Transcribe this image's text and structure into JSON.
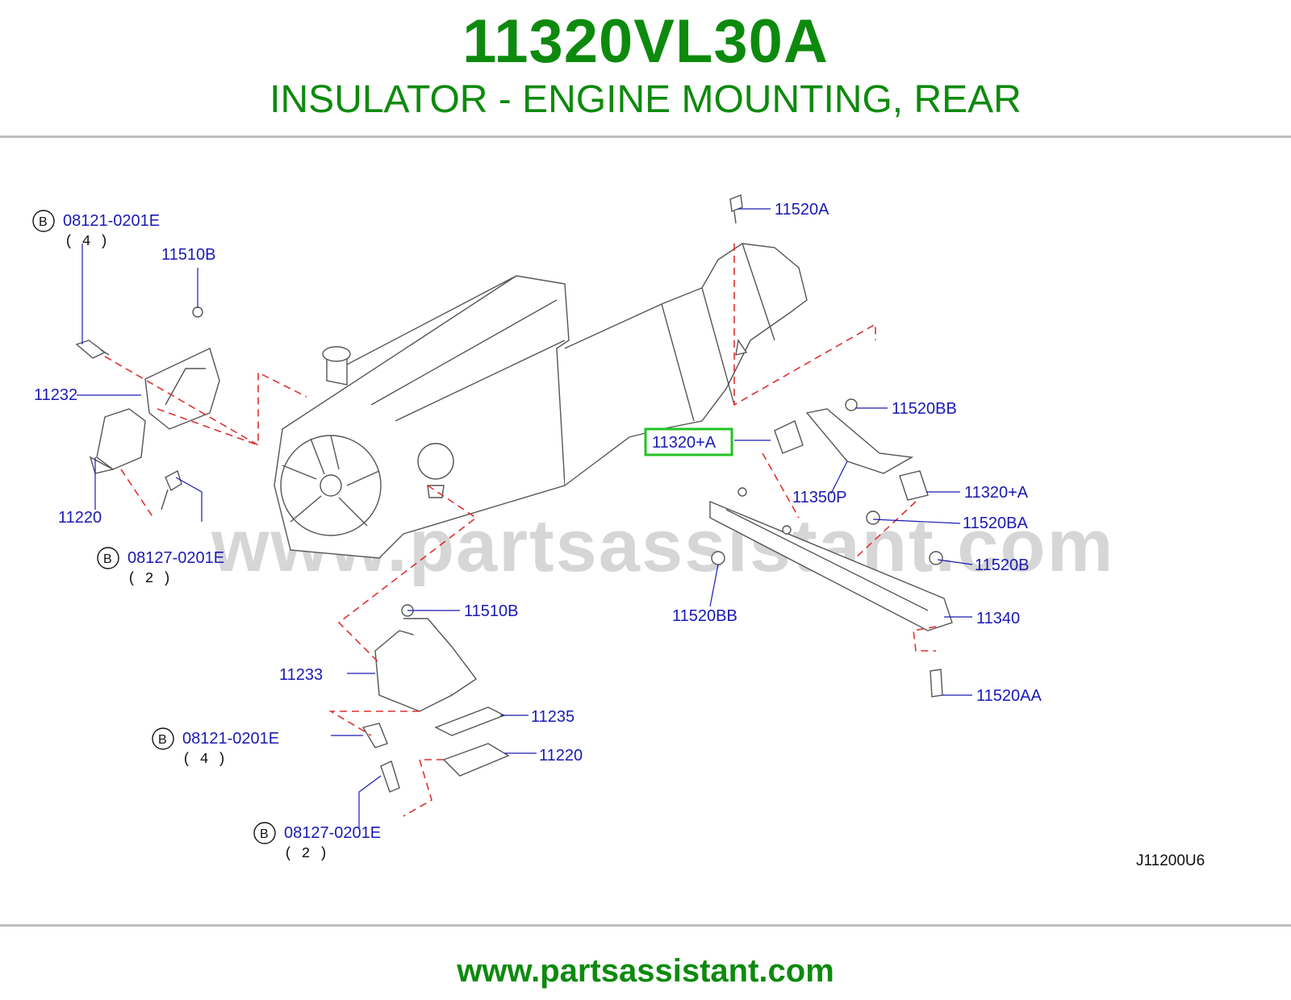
{
  "header": {
    "part_number": "11320VL30A",
    "description": "INSULATOR - ENGINE MOUNTING, REAR"
  },
  "diagram": {
    "watermark": "www.partsassistant.com",
    "drawing_id": "J11200U6",
    "highlighted_callout": "11320+A",
    "callouts": [
      {
        "id": "c1",
        "label": "08121-0201E",
        "qty": "( 4 )",
        "bolt_type": "B"
      },
      {
        "id": "c2",
        "label": "11510B"
      },
      {
        "id": "c3",
        "label": "11232"
      },
      {
        "id": "c4",
        "label": "11220"
      },
      {
        "id": "c5",
        "label": "08127-0201E",
        "qty": "( 2 )",
        "bolt_type": "B"
      },
      {
        "id": "c6",
        "label": "11520A"
      },
      {
        "id": "c7",
        "label": "11520BB"
      },
      {
        "id": "c8",
        "label": "11320+A"
      },
      {
        "id": "c9",
        "label": "11350P"
      },
      {
        "id": "c10",
        "label": "11320+A"
      },
      {
        "id": "c11",
        "label": "11520BA"
      },
      {
        "id": "c12",
        "label": "11520B"
      },
      {
        "id": "c13",
        "label": "11520BB"
      },
      {
        "id": "c14",
        "label": "11340"
      },
      {
        "id": "c15",
        "label": "11520AA"
      },
      {
        "id": "c16",
        "label": "11510B"
      },
      {
        "id": "c17",
        "label": "11233"
      },
      {
        "id": "c18",
        "label": "11235"
      },
      {
        "id": "c19",
        "label": "08121-0201E",
        "qty": "( 4 )",
        "bolt_type": "B"
      },
      {
        "id": "c20",
        "label": "11220"
      },
      {
        "id": "c21",
        "label": "08127-0201E",
        "qty": "( 2 )",
        "bolt_type": "B"
      }
    ]
  },
  "footer": {
    "website": "www.partsassistant.com"
  },
  "colors": {
    "brand_green": "#0d8a0d",
    "callout_blue": "#1a1ab4",
    "highlight": "#22c322",
    "dashed_red": "#e03030"
  }
}
